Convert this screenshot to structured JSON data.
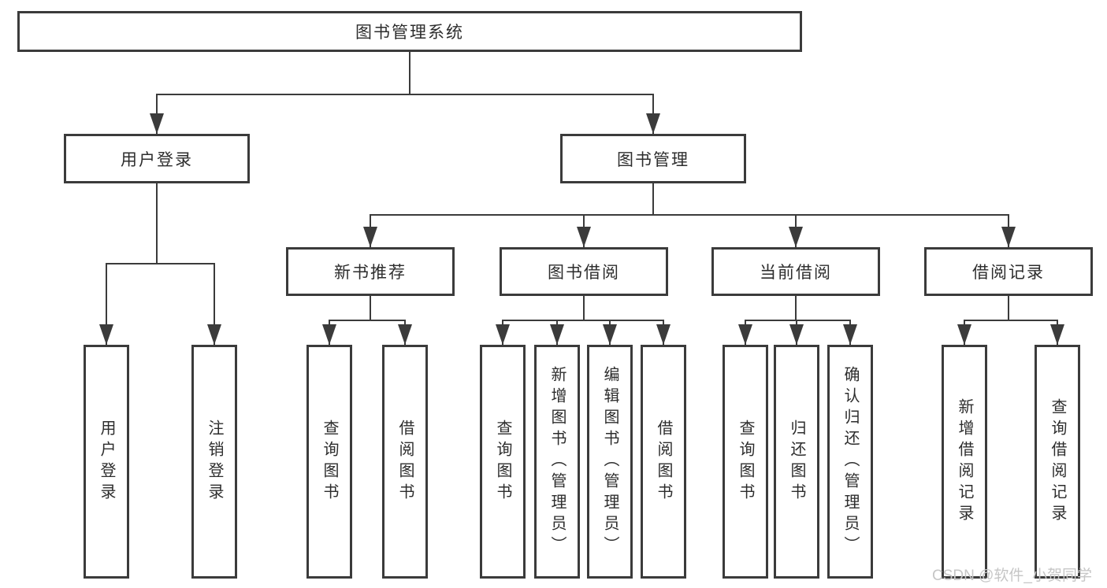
{
  "diagram": {
    "root": {
      "label": "图书管理系统"
    },
    "branches": [
      {
        "label": "用户登录",
        "children": [
          {
            "label": "用户登录"
          },
          {
            "label": "注销登录"
          }
        ]
      },
      {
        "label": "图书管理",
        "groups": [
          {
            "label": "新书推荐",
            "children": [
              {
                "label": "查询图书"
              },
              {
                "label": "借阅图书"
              }
            ]
          },
          {
            "label": "图书借阅",
            "children": [
              {
                "label": "查询图书"
              },
              {
                "label": "新增图书（管理员）"
              },
              {
                "label": "编辑图书（管理员）"
              },
              {
                "label": "借阅图书"
              }
            ]
          },
          {
            "label": "当前借阅",
            "children": [
              {
                "label": "查询图书"
              },
              {
                "label": "归还图书"
              },
              {
                "label": "确认归还（管理员）"
              }
            ]
          },
          {
            "label": "借阅记录",
            "children": [
              {
                "label": "新增借阅记录"
              },
              {
                "label": "查询借阅记录"
              }
            ]
          }
        ]
      }
    ]
  },
  "watermark": {
    "text": "CSDN @软件_小贺同学"
  },
  "colors": {
    "line": "#3b3b3b",
    "box_border": "#3b3b3b",
    "text": "#2d2d2d",
    "watermark": "#c6c6c6",
    "background": "#ffffff"
  }
}
